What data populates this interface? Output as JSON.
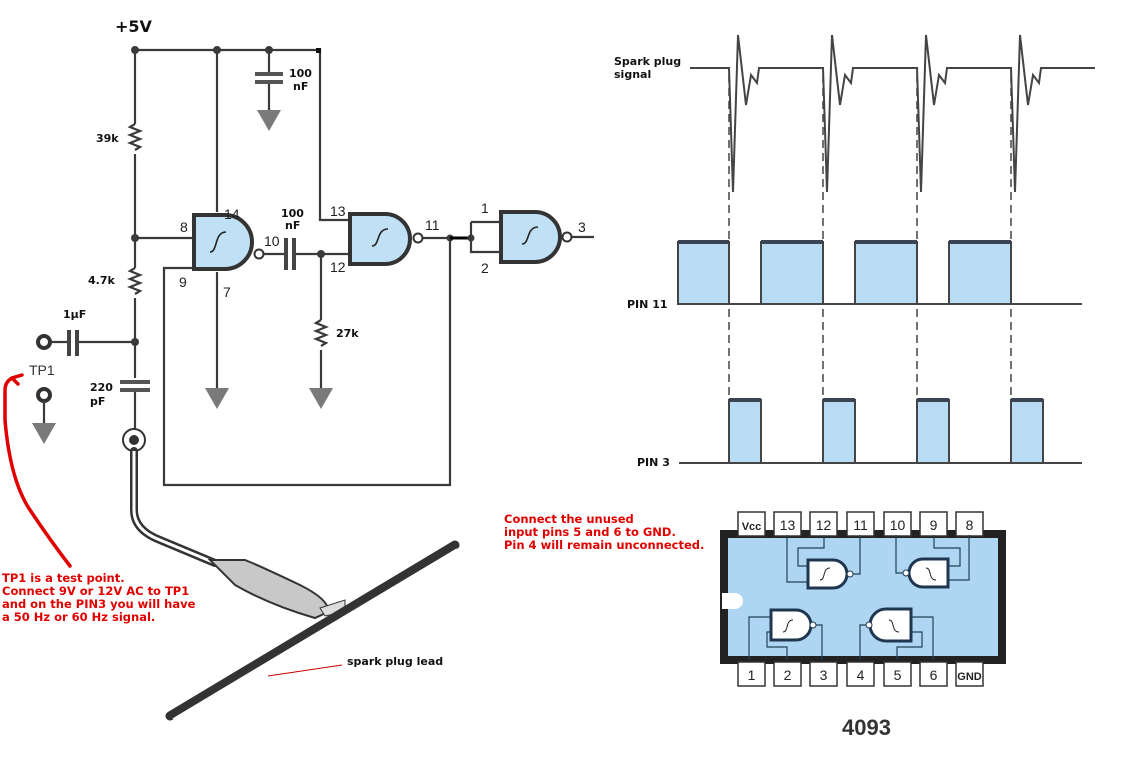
{
  "schematic": {
    "supply_label": "+5V",
    "components": {
      "r1": "39k",
      "r2": "4.7k",
      "r3": "27k",
      "c1_value": "100",
      "c1_unit": "nF",
      "c2_value": "100",
      "c2_unit": "nF",
      "c3": "1μF",
      "c4_value": "220",
      "c4_unit": "pF",
      "testpoint": "TP1"
    },
    "gate_pins": {
      "g1_in_a": "8",
      "g1_in_b": "9",
      "g1_vcc": "14",
      "g1_gnd": "7",
      "g1_out": "10",
      "g2_in_a": "13",
      "g2_in_b": "12",
      "g2_out": "11",
      "g3_in_a": "1",
      "g3_in_b": "2",
      "g3_out": "3"
    },
    "lead_label": "spark plug lead"
  },
  "notes": {
    "tp1_note": [
      "TP1 is a test point.",
      "Connect 9V or 12V AC to TP1",
      "and on the PIN3 you will have",
      "a 50 Hz or 60 Hz signal."
    ],
    "unused_note": [
      "Connect the unused",
      "input pins 5 and 6 to GND.",
      "Pin 4 will remain unconnected."
    ]
  },
  "timing": {
    "spark_label_line1": "Spark plug",
    "spark_label_line2": "signal",
    "pin11_label": "PIN 11",
    "pin3_label": "PIN 3",
    "spark_events": 4
  },
  "chip": {
    "name": "4093",
    "top_pins": [
      "Vcc",
      "13",
      "12",
      "11",
      "10",
      "9",
      "8"
    ],
    "bottom_pins": [
      "1",
      "2",
      "3",
      "4",
      "5",
      "6",
      "GND"
    ]
  },
  "colors": {
    "gate_fill": "#bfe0f5",
    "chip_fill": "#aed6f2",
    "annotation": "#e00000"
  }
}
